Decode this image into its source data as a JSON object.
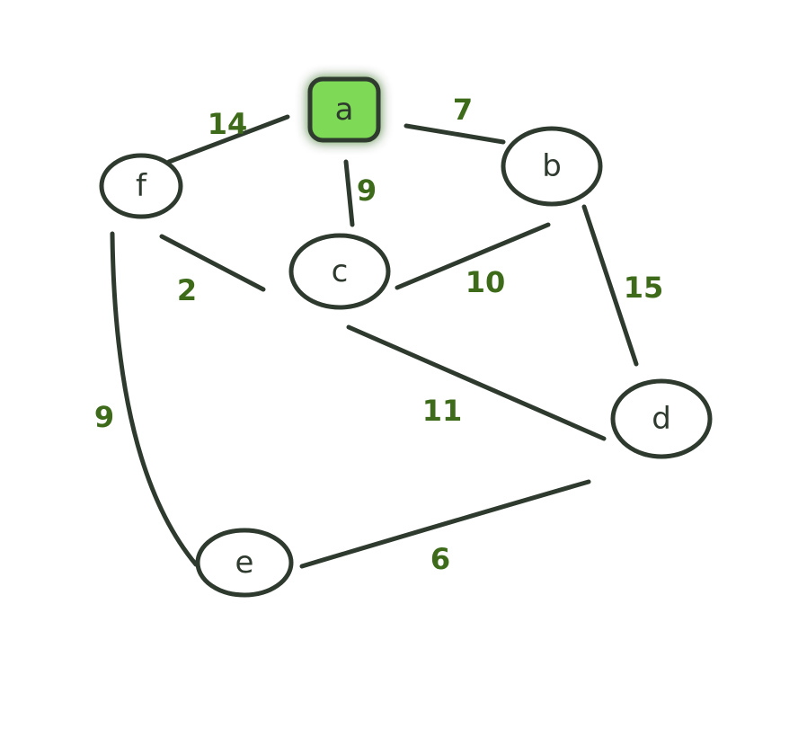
{
  "colors": {
    "ink": "#2f3a2f",
    "start_fill": "#7ed957",
    "weight": "#3d6b1a"
  },
  "graph": {
    "start_node": "a",
    "nodes": [
      {
        "id": "a",
        "label": "a"
      },
      {
        "id": "b",
        "label": "b"
      },
      {
        "id": "c",
        "label": "c"
      },
      {
        "id": "d",
        "label": "d"
      },
      {
        "id": "e",
        "label": "e"
      },
      {
        "id": "f",
        "label": "f"
      }
    ],
    "edges": [
      {
        "from": "a",
        "to": "f",
        "weight": "14"
      },
      {
        "from": "a",
        "to": "b",
        "weight": "7"
      },
      {
        "from": "a",
        "to": "c",
        "weight": "9"
      },
      {
        "from": "f",
        "to": "c",
        "weight": "2"
      },
      {
        "from": "c",
        "to": "b",
        "weight": "10"
      },
      {
        "from": "b",
        "to": "d",
        "weight": "15"
      },
      {
        "from": "c",
        "to": "d",
        "weight": "11"
      },
      {
        "from": "f",
        "to": "e",
        "weight": "9"
      },
      {
        "from": "e",
        "to": "d",
        "weight": "6"
      }
    ]
  }
}
